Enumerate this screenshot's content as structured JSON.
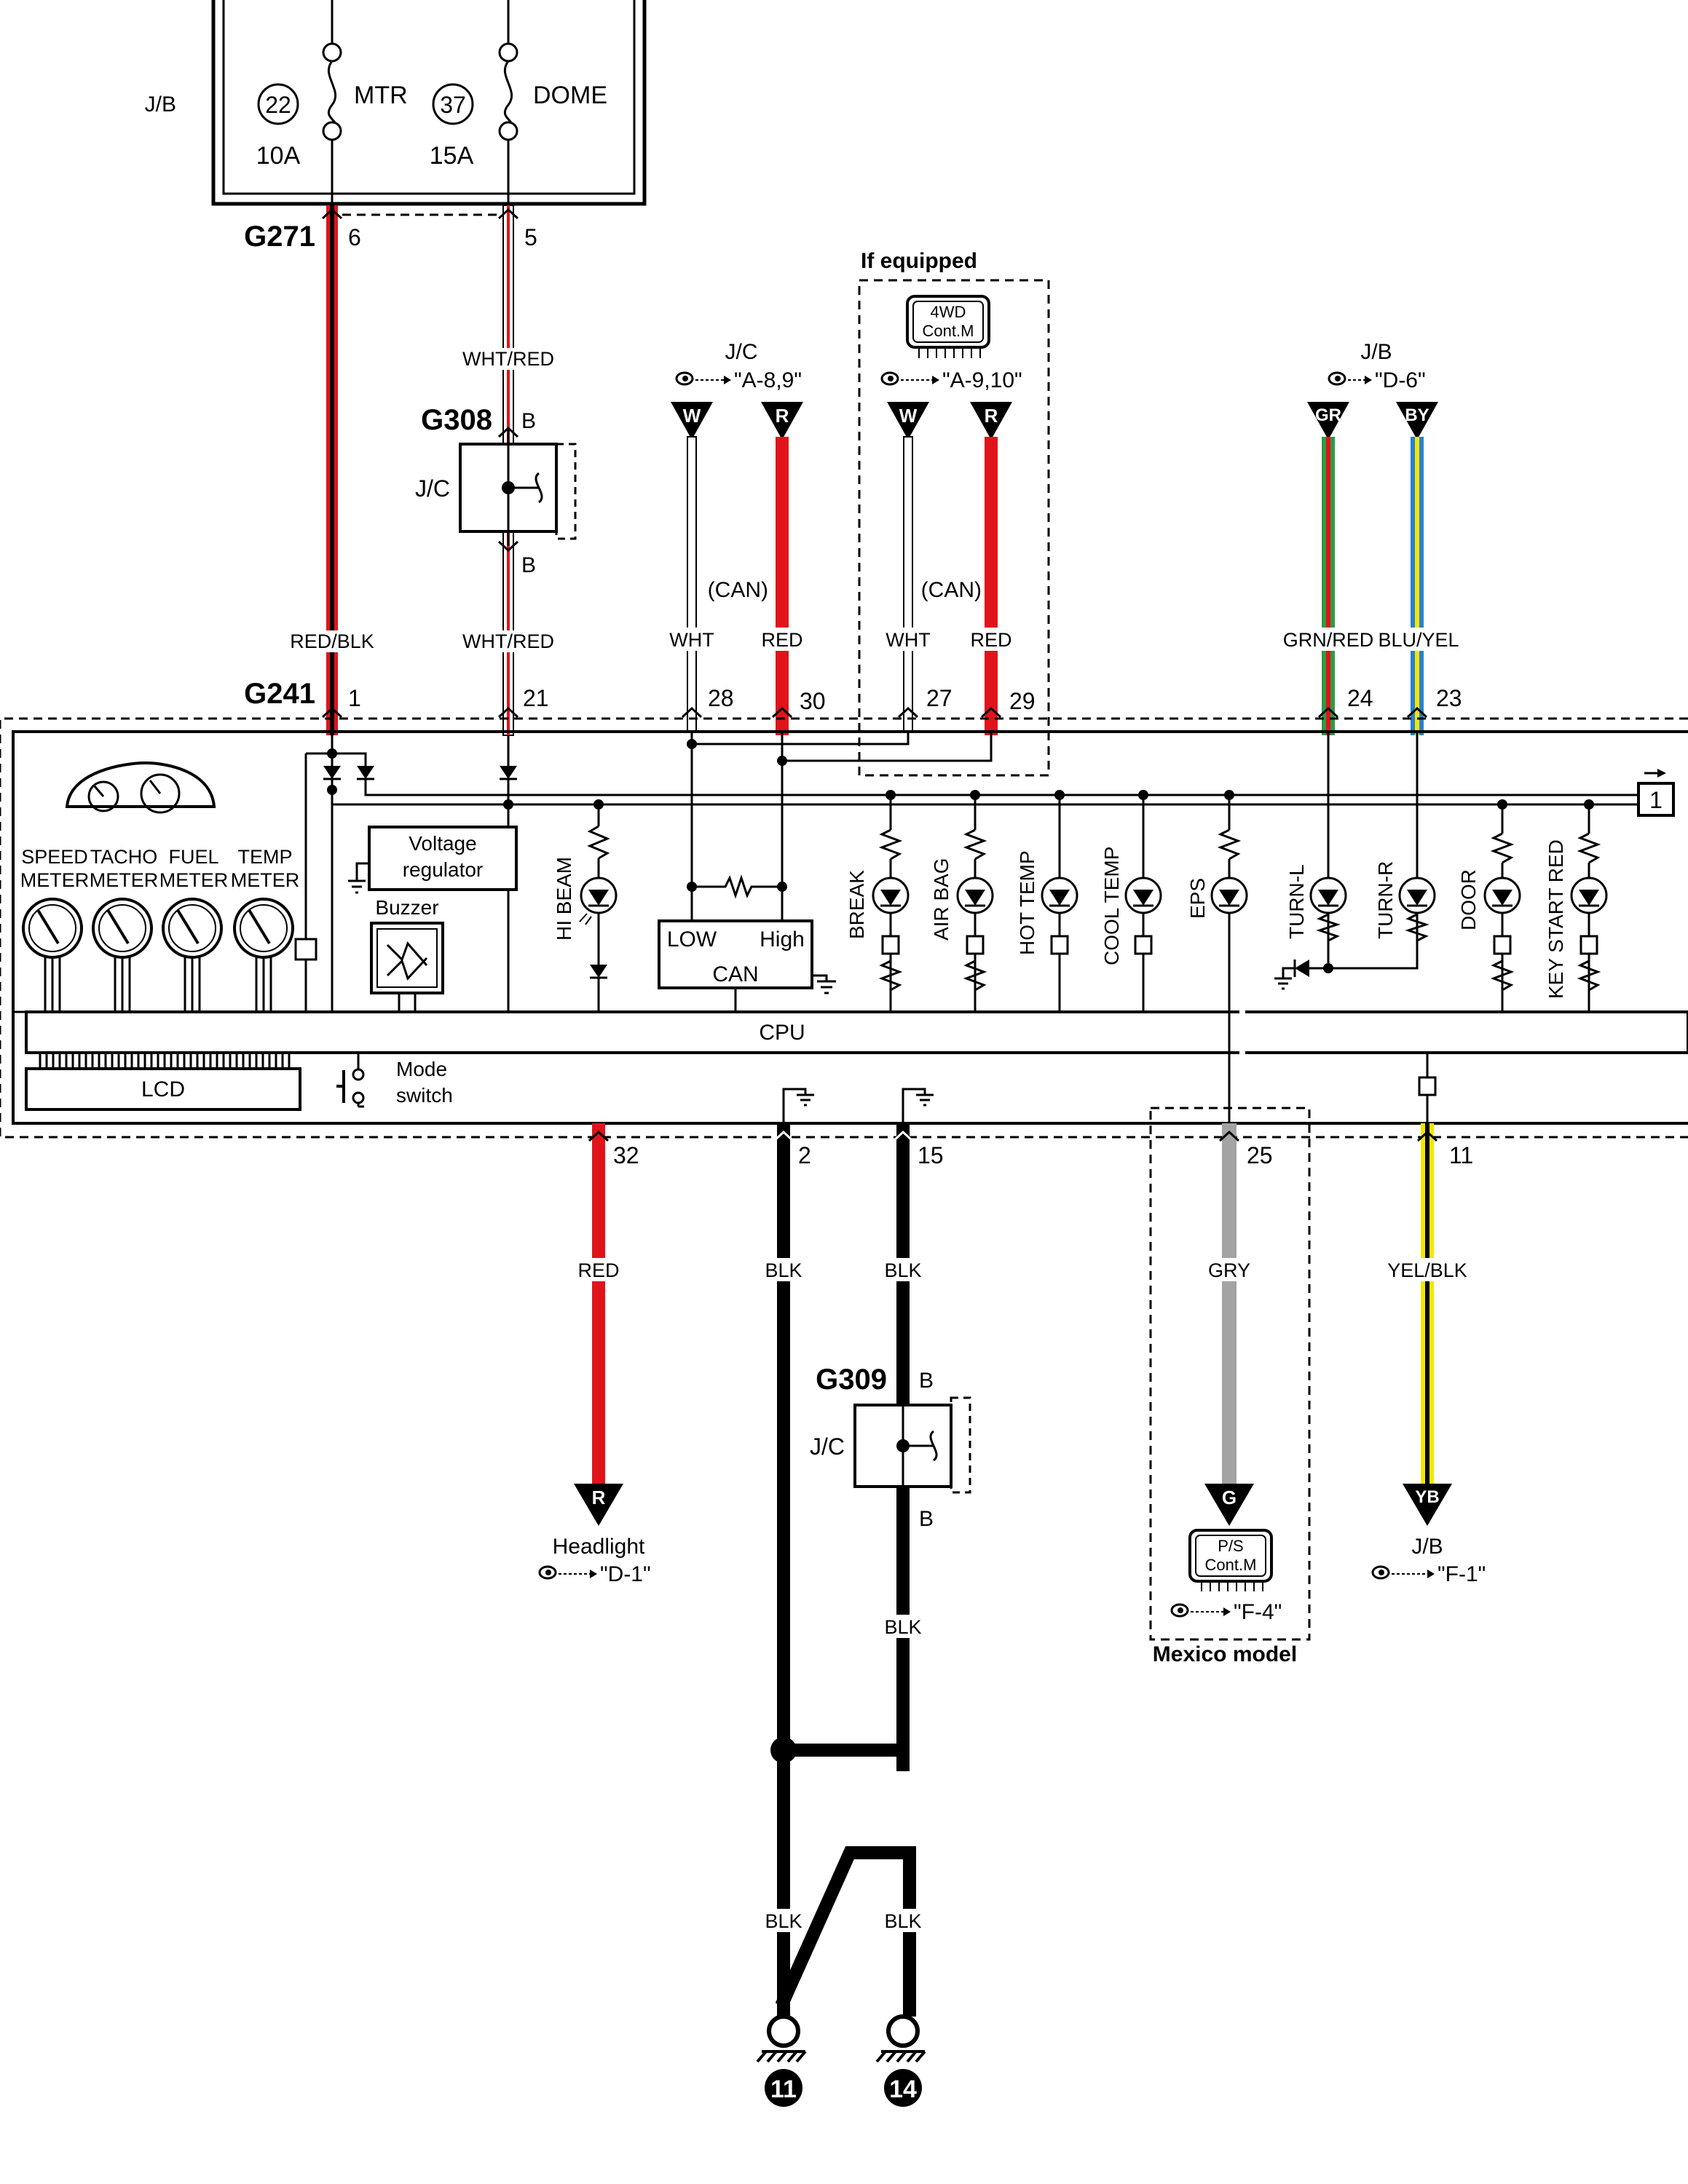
{
  "fuses": {
    "jb_label": "J/B",
    "mtr": {
      "num": "22",
      "name": "MTR",
      "rating": "10A"
    },
    "dome": {
      "num": "37",
      "name": "DOME",
      "rating": "15A"
    }
  },
  "connectors": {
    "g271": {
      "name": "G271",
      "pin_a": "6",
      "pin_b": "5"
    },
    "g308": {
      "name": "G308",
      "top": "B",
      "bottom": "B",
      "jc": "J/C"
    },
    "g241": {
      "name": "G241",
      "pins": [
        "1",
        "21",
        "28",
        "30",
        "27",
        "29",
        "24",
        "23"
      ]
    },
    "g309": {
      "name": "G309",
      "top": "B",
      "bottom": "B",
      "jc": "J/C"
    }
  },
  "wires": {
    "red_blk": "RED/BLK",
    "wht_red_top": "WHT/RED",
    "wht_red": "WHT/RED",
    "wht_1": "WHT",
    "red_1": "RED",
    "can_1": "(CAN)",
    "wht_2": "WHT",
    "red_2": "RED",
    "can_2": "(CAN)",
    "grn_red": "GRN/RED",
    "blu_yel": "BLU/YEL",
    "red_out": "RED",
    "blk_2": "BLK",
    "blk_15": "BLK",
    "gry": "GRY",
    "yel_blk": "YEL/BLK",
    "blk_mid": "BLK",
    "blk_low_a": "BLK",
    "blk_low_b": "BLK"
  },
  "refs": {
    "jc_top": {
      "label": "J/C",
      "ref": "\"A-8,9\"",
      "w": "W",
      "r": "R"
    },
    "if_equipped": "If equipped",
    "fwd_module": "4WD\nCont.M",
    "fwd_ref": "\"A-9,10\"",
    "fwd_w": "W",
    "fwd_r": "R",
    "jb_top": {
      "label": "J/B",
      "ref": "\"D-6\"",
      "gr": "GR",
      "by": "BY"
    },
    "headlight": {
      "tag": "R",
      "label": "Headlight",
      "ref": "\"D-1\""
    },
    "ps": {
      "tag": "G",
      "module": "P/S\nCont.M",
      "ref": "\"F-4\"",
      "note": "Mexico model"
    },
    "jb_bottom": {
      "tag": "YB",
      "label": "J/B",
      "ref": "\"F-1\""
    }
  },
  "meter": {
    "gauges": [
      {
        "line1": "SPEED",
        "line2": "METER"
      },
      {
        "line1": "TACHO",
        "line2": "METER"
      },
      {
        "line1": "FUEL",
        "line2": "METER"
      },
      {
        "line1": "TEMP",
        "line2": "METER"
      }
    ],
    "voltage_regulator": [
      "Voltage",
      "regulator"
    ],
    "buzzer": "Buzzer",
    "can_low": "LOW",
    "can_high": "High",
    "can": "CAN",
    "cpu": "CPU",
    "lcd": "LCD",
    "mode_switch": [
      "Mode",
      "switch"
    ],
    "indicators": [
      "HI BEAM",
      "BREAK",
      "AIR BAG",
      "HOT TEMP",
      "COOL TEMP",
      "EPS",
      "TURN-L",
      "TURN-R",
      "DOOR",
      "KEY START RED"
    ],
    "page_ref": "1"
  },
  "bottom_pins": [
    "32",
    "2",
    "15",
    "25",
    "11"
  ],
  "grounds": [
    "11",
    "14"
  ],
  "colors": {
    "red": "#e1141b",
    "black": "#000000",
    "green": "#2e9a44",
    "blue": "#2a7fd0",
    "yellow": "#f2e600",
    "gray": "#a3a3a3"
  }
}
